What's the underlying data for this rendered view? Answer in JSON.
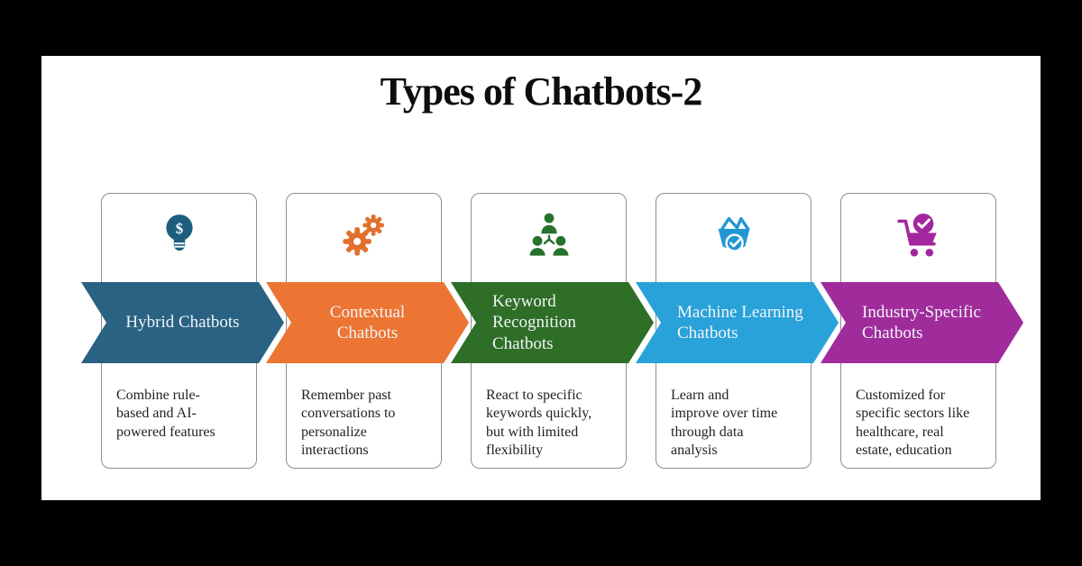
{
  "slide": {
    "title": "Types of Chatbots-2"
  },
  "items": [
    {
      "label": "Hybrid Chatbots",
      "description": "Combine rule-\nbased and AI-\npowered features",
      "arrow_color": "#2A6283",
      "icon_color": "#1D5E7E",
      "icon": "dollar-lightbulb-icon"
    },
    {
      "label": "Contextual\nChatbots",
      "description": "Remember past\nconversations to\npersonalize\ninteractions",
      "arrow_color": "#EC7533",
      "icon_color": "#E2702C",
      "icon": "gears-icon"
    },
    {
      "label": "Keyword\nRecognition\nChatbots",
      "description": "React to specific\nkeywords quickly,\nbut with limited\nflexibility",
      "arrow_color": "#2E6E27",
      "icon_color": "#27722B",
      "icon": "people-hierarchy-icon"
    },
    {
      "label": "Machine Learning\nChatbots",
      "description": "Learn and\nimprove over time\nthrough data\nanalysis",
      "arrow_color": "#29A2DA",
      "icon_color": "#2196D3",
      "icon": "basket-check-icon"
    },
    {
      "label": "Industry-Specific\nChatbots",
      "description": "Customized for\nspecific sectors like\nhealthcare, real\nestate, education",
      "arrow_color": "#A02C9C",
      "icon_color": "#A3269F",
      "icon": "cart-check-icon"
    }
  ]
}
